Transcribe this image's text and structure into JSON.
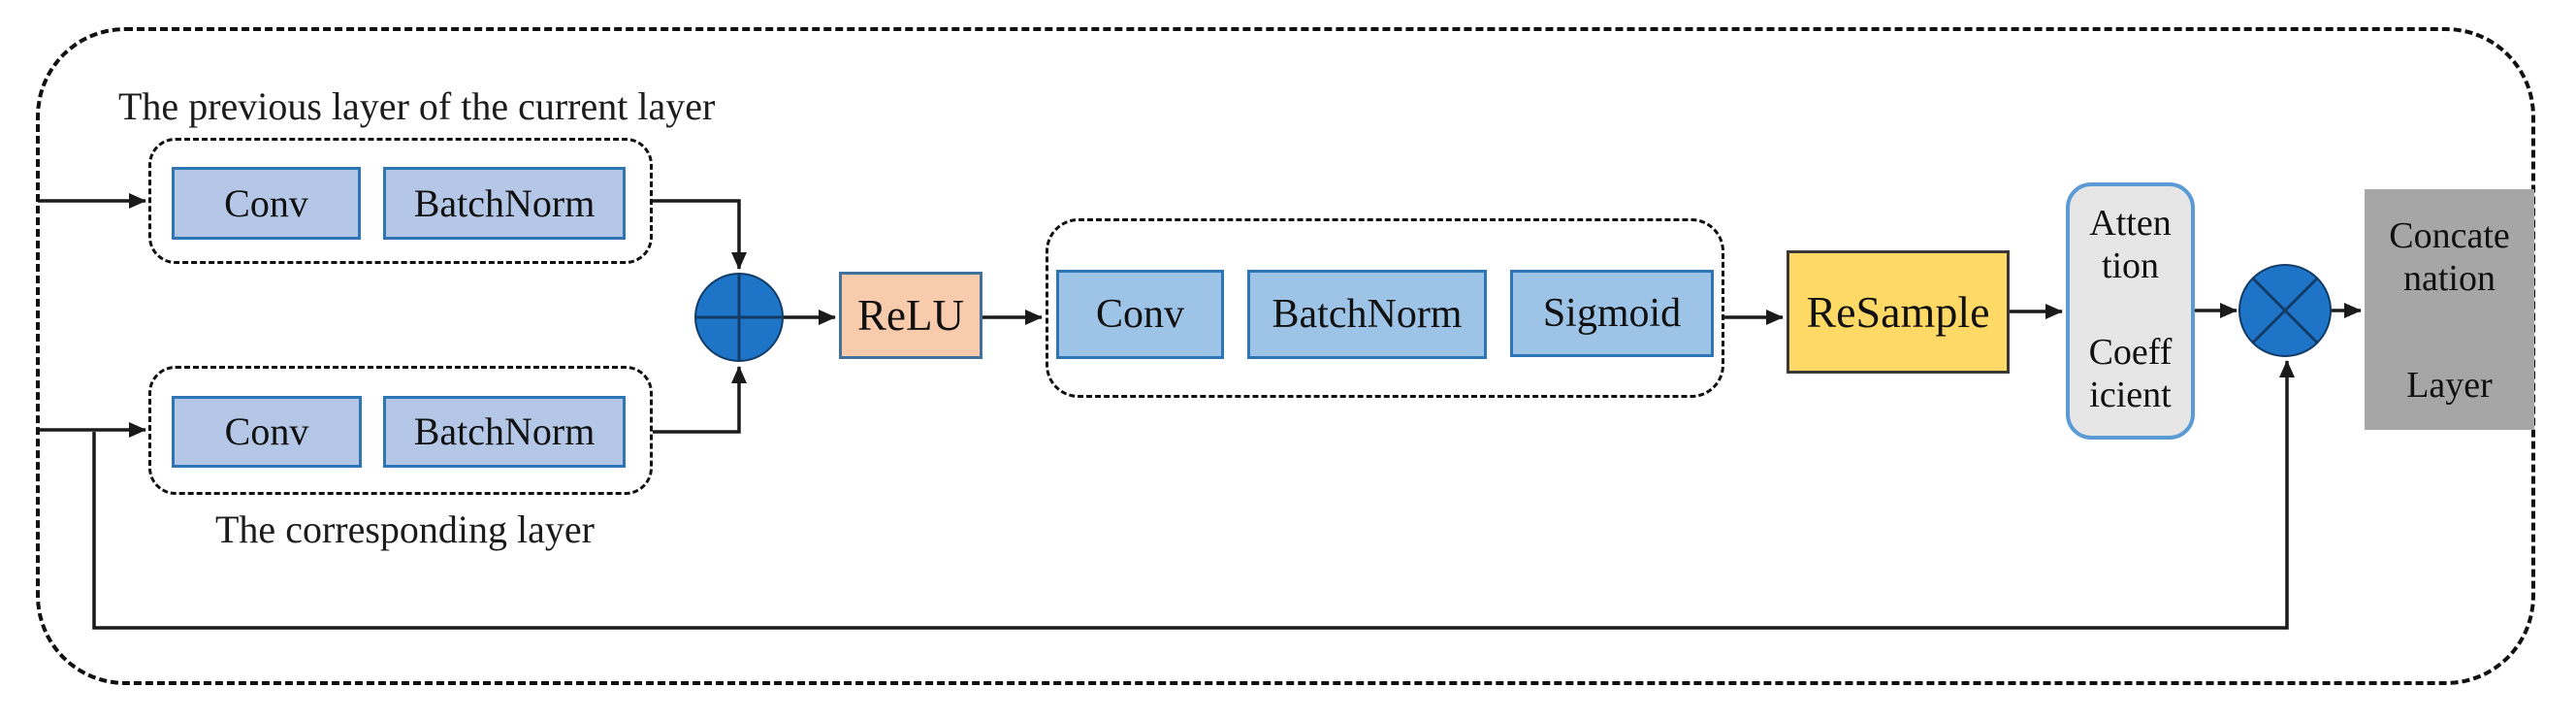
{
  "figure": {
    "label_previous": "The previous layer of the current layer",
    "label_corresponding": "The corresponding layer",
    "prev_group": {
      "conv": "Conv",
      "batchnorm": "BatchNorm"
    },
    "corr_group": {
      "conv": "Conv",
      "batchnorm": "BatchNorm"
    },
    "gate_group": {
      "conv": "Conv",
      "batchnorm": "BatchNorm",
      "sigmoid": "Sigmoid"
    },
    "relu": "ReLU",
    "resample": "ReSample",
    "attention_coefficient": {
      "line1": "Atten",
      "line2": "tion",
      "line3": "Coeff",
      "line4": "icient"
    },
    "concatenation": {
      "line1": "Concate",
      "line2": "nation",
      "line3": "Layer"
    }
  },
  "colors": {
    "box-blue-light": "#B4C7E7",
    "box-blue-sky": "#9DC3E6",
    "box-blue-border": "#2E75B6",
    "relu-fill": "#F8CBAD",
    "relu-border": "#41719C",
    "resample-fill": "#FFD966",
    "resample-border": "#3B3838",
    "attention-fill": "#E7E6E6",
    "attention-border": "#5B9BD5",
    "concat-fill": "#A6A6A6",
    "circle-fill": "#1E75C8",
    "circle-stroke": "#123C66",
    "line-color": "#1A1A1A",
    "text-color": "#111111"
  }
}
